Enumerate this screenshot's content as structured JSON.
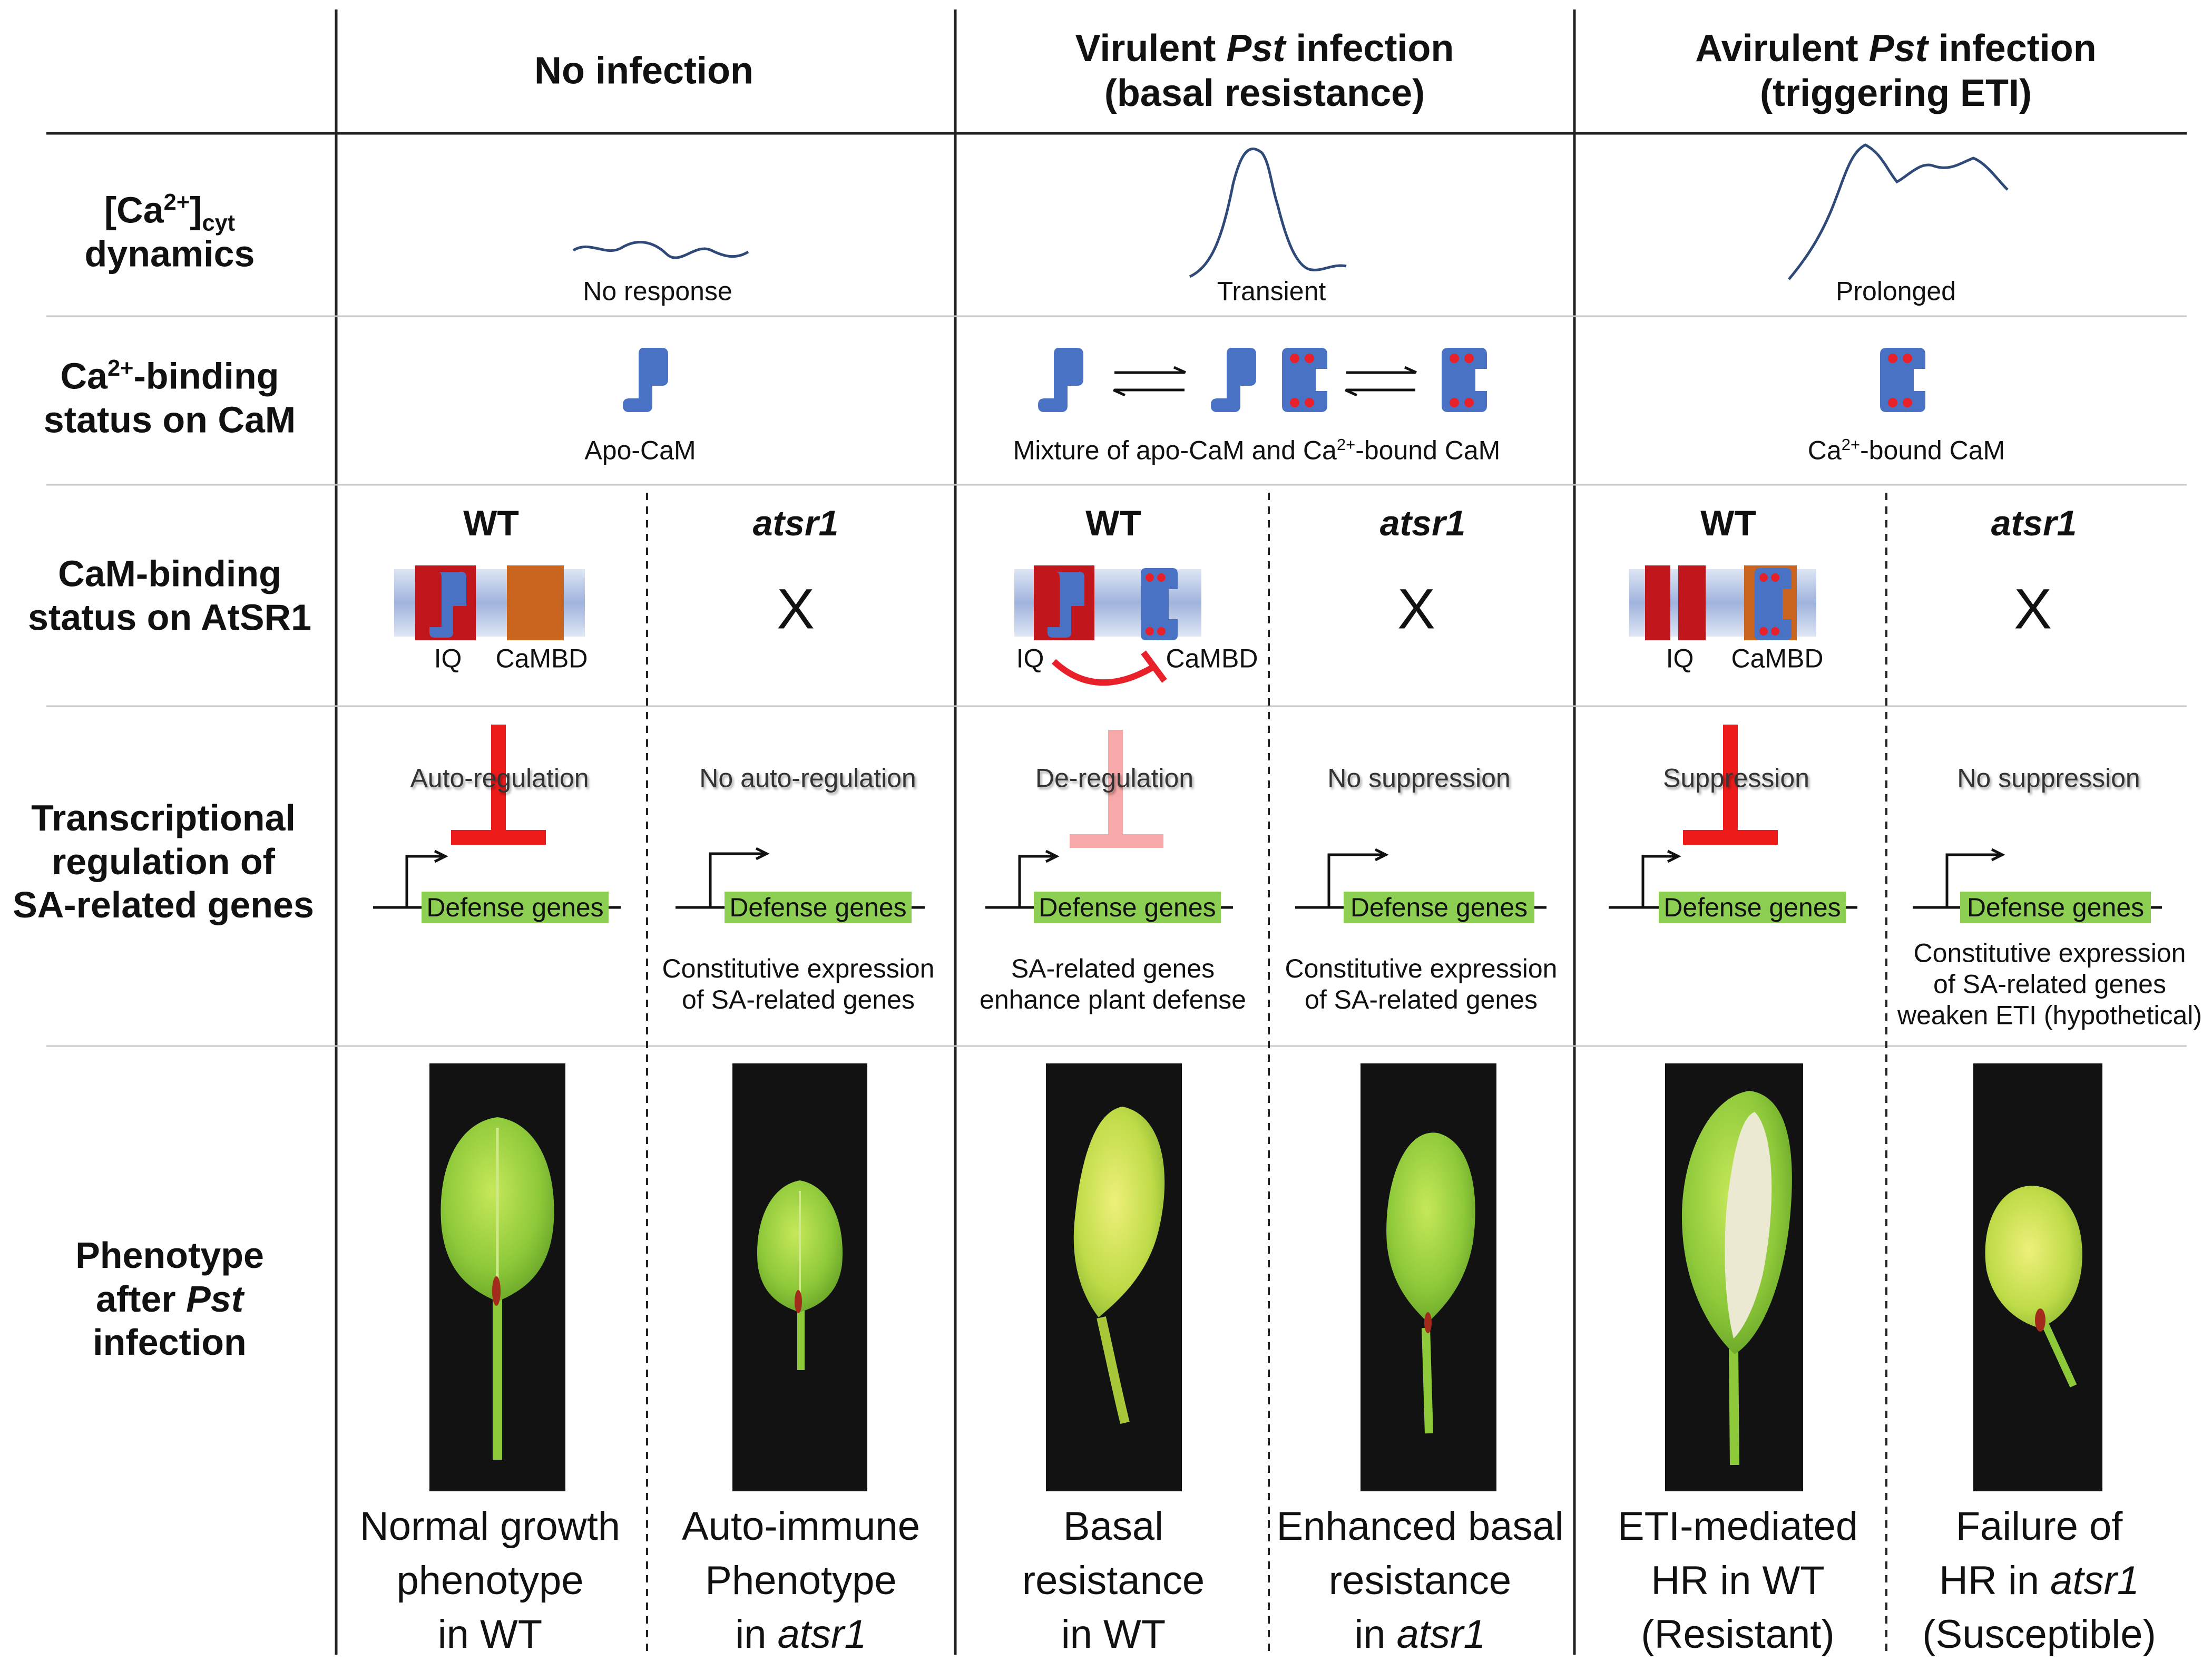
{
  "columns": [
    {
      "title_parts": [
        "No infection"
      ]
    },
    {
      "title_line1_pre": "Virulent ",
      "title_line1_em": "Pst",
      "title_line1_post": " infection",
      "title_line2": "(basal resistance)"
    },
    {
      "title_line1_pre": "Avirulent ",
      "title_line1_em": "Pst",
      "title_line1_post": " infection",
      "title_line2": "(triggering ETI)"
    }
  ],
  "rows": {
    "ca_dynamics": {
      "pre": "[Ca",
      "sup": "2+",
      "mid": "]",
      "sub": "cyt",
      "line2": "dynamics"
    },
    "cam_status": {
      "pre": "Ca",
      "sup": "2+",
      "post": "-binding",
      "line2": "status on CaM"
    },
    "atsr1_status": {
      "line1": "CaM-binding",
      "line2": "status on AtSR1"
    },
    "transcription": {
      "line1": "Transcriptional",
      "line2": "regulation of",
      "line3": "SA-related genes"
    },
    "phenotype": {
      "line1": "Phenotype",
      "line2_pre": "after ",
      "line2_em": "Pst",
      "line3": "infection"
    }
  },
  "ca_captions": [
    "No response",
    "Transient",
    "Prolonged"
  ],
  "cam_captions": {
    "apo": "Apo-CaM",
    "mixture_pre": "Mixture of apo-CaM and Ca",
    "mixture_sup": "2+",
    "mixture_post": "-bound CaM",
    "bound_pre": "Ca",
    "bound_sup": "2+",
    "bound_post": "-bound CaM"
  },
  "genotypes": {
    "wt": "WT",
    "mutant": "atsr1",
    "absent": "X"
  },
  "domain_labels": {
    "iq": "IQ",
    "cambd": "CaMBD"
  },
  "regulation_labels": [
    "Auto-regulation",
    "No auto-regulation",
    "De-regulation",
    "No suppression",
    "Suppression",
    "No suppression"
  ],
  "gene_label": "Defense genes",
  "expression_notes": {
    "c2_l1": "Constitutive expression",
    "c2_l2": "of SA-related genes",
    "c3_l1": "SA-related genes",
    "c3_l2": "enhance plant defense",
    "c4_l1": "Constitutive expression",
    "c4_l2": "of SA-related genes",
    "c6_l1": "Constitutive expression",
    "c6_l2": "of SA-related genes",
    "c6_l3": "weaken ETI (hypothetical)"
  },
  "phenotype_captions": {
    "c1": [
      "Normal growth",
      "phenotype",
      "in WT"
    ],
    "c2_l1": "Auto-immune",
    "c2_l2": "Phenotype",
    "c2_l3_pre": "in ",
    "c2_l3_em": "atsr1",
    "c3": [
      "Basal",
      "resistance",
      "in WT"
    ],
    "c4_l1": "Enhanced basal",
    "c4_l2": "resistance",
    "c4_l3_pre": "in ",
    "c4_l3_em": "atsr1",
    "c5": [
      "ETI-mediated",
      "HR in WT",
      "(Resistant)"
    ],
    "c6_l1": "Failure of",
    "c6_l2_pre": "HR in ",
    "c6_l2_em": "atsr1",
    "c6_l3": "(Susceptible)"
  },
  "colors": {
    "cam_blue": "#4a72c4",
    "calcium_red": "#e8202a",
    "iq_red": "#c0161c",
    "cambd_orange": "#c8641e",
    "inhibit_red": "#ee1b1b",
    "inhibit_pink": "#f7a8a8",
    "gene_green": "#8dcf52",
    "leaf_green": "#9ccf3c",
    "trace_blue": "#2f4a78"
  }
}
